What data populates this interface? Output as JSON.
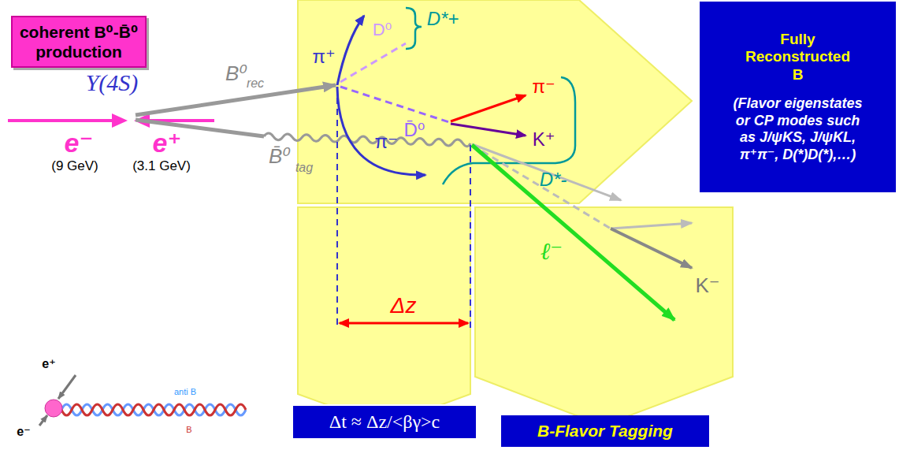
{
  "diagram": {
    "nodes": [
      {
        "text": [
          "coherent B⁰-B̄⁰ production"
        ]
      },
      {
        "text": [
          "Fully Reconstructed B",
          "(Flavor eigenstates or CP modes such as J/ψKS, J/ψKL, π⁺π⁻, D(*)D(*),…)"
        ]
      },
      {
        "text": [
          "Δt ≈ Δz/<βγ>c"
        ]
      },
      {
        "text": [
          "B-Flavor Tagging"
        ]
      }
    ],
    "labels": [
      "Υ(4S)",
      "e⁻",
      "e⁺",
      "(9 GeV)",
      "(3.1 GeV)",
      "B⁰",
      "rec",
      "B̄⁰",
      "tag",
      "π⁺",
      "D*+",
      "D⁰",
      "D̄⁰",
      "π⁻",
      "K⁺",
      "D*-",
      "π⁻",
      "Δz",
      "ℓ⁻",
      "K⁻",
      "e⁺",
      "e⁻",
      "anti B",
      "B"
    ]
  }
}
